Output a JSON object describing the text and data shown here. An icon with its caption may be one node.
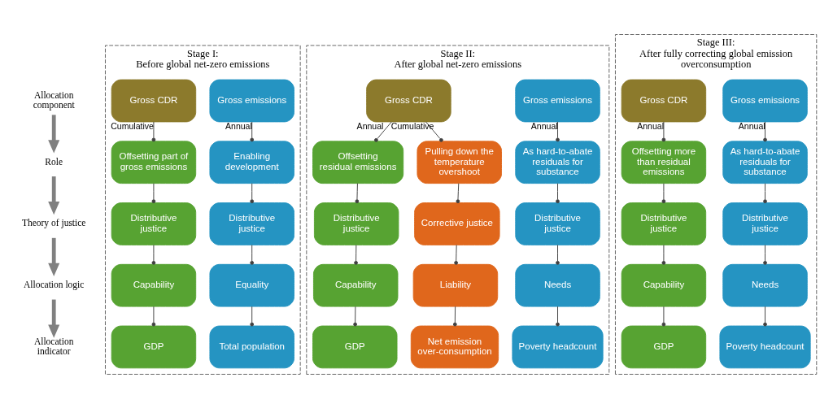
{
  "diagram": {
    "nodes": [
      {
        "text": [
          "Allocation component"
        ]
      },
      {
        "text": [
          "Role"
        ]
      },
      {
        "text": [
          "Theory of justice"
        ]
      },
      {
        "text": [
          "Allocation logic"
        ]
      },
      {
        "text": [
          "Allocation indicator"
        ]
      },
      {
        "text": [
          "Stage I:",
          "Before global net-zero emissions"
        ]
      },
      {
        "text": [
          "Gross emissions"
        ],
        "in": 5
      },
      {
        "text": [
          "Gross CDR"
        ],
        "in": 5
      },
      {
        "text": [
          "Enabling development"
        ],
        "in": 5
      },
      {
        "text": [
          "Offsetting part of gross emissions"
        ],
        "in": 5
      },
      {
        "text": [
          "Distributive justice"
        ],
        "in": 5
      },
      {
        "text": [
          "Distributive justice"
        ],
        "in": 5
      },
      {
        "text": [
          "Equality"
        ],
        "in": 5
      },
      {
        "text": [
          "Capability"
        ],
        "in": 5
      },
      {
        "text": [
          "Total population"
        ],
        "in": 5
      },
      {
        "text": [
          "GDP"
        ],
        "in": 5
      },
      {
        "text": [
          "Stage II:",
          "After global net-zero emissions"
        ]
      },
      {
        "text": [
          "Gross emissions"
        ],
        "in": 16
      },
      {
        "text": [
          "Gross CDR"
        ],
        "in": 16
      },
      {
        "text": [
          "As hard-to-abate residuals for substance"
        ],
        "in": 16
      },
      {
        "text": [
          "Offsetting residual emissions"
        ],
        "in": 16
      },
      {
        "text": [
          "Pulling down the temperature overshoot"
        ],
        "in": 16
      },
      {
        "text": [
          "Distributive justice"
        ],
        "in": 16
      },
      {
        "text": [
          "Distributive justice"
        ],
        "in": 16
      },
      {
        "text": [
          "Corrective justice"
        ],
        "in": 16
      },
      {
        "text": [
          "Needs"
        ],
        "in": 16
      },
      {
        "text": [
          "Capability"
        ],
        "in": 16
      },
      {
        "text": [
          "Liability"
        ],
        "in": 16
      },
      {
        "text": [
          "Poverty headcount"
        ],
        "in": 16
      },
      {
        "text": [
          "GDP"
        ],
        "in": 16
      },
      {
        "text": [
          "Net emission over-consumption"
        ],
        "in": 16
      },
      {
        "text": [
          "Stage III:",
          "After fully correcting global emission overconsumption"
        ]
      },
      {
        "text": [
          "Gross emissions"
        ],
        "in": 31
      },
      {
        "text": [
          "Gross CDR"
        ],
        "in": 31
      },
      {
        "text": [
          "As hard-to-abate residuals for substance"
        ],
        "in": 31
      },
      {
        "text": [
          "Offsetting more than residual emissions"
        ],
        "in": 31
      },
      {
        "text": [
          "Distributive justice"
        ],
        "in": 31
      },
      {
        "text": [
          "Distributive justice"
        ],
        "in": 31
      },
      {
        "text": [
          "Needs"
        ],
        "in": 31
      },
      {
        "text": [
          "Capability"
        ],
        "in": 31
      },
      {
        "text": [
          "Poverty headcount"
        ],
        "in": 31
      },
      {
        "text": [
          "GDP"
        ],
        "in": 31
      }
    ],
    "edges": [
      {
        "from": 0,
        "to": 1,
        "arrow": "to",
        "style": "thick",
        "color": "#808080"
      },
      {
        "from": 1,
        "to": 2,
        "arrow": "to",
        "style": "thick",
        "color": "#808080"
      },
      {
        "from": 2,
        "to": 3,
        "arrow": "to",
        "style": "thick",
        "color": "#808080"
      },
      {
        "from": 3,
        "to": 4,
        "arrow": "to",
        "style": "thick",
        "color": "#808080"
      },
      {
        "from": 6,
        "to": 8,
        "arrow": "other",
        "label": "Annual"
      },
      {
        "from": 7,
        "to": 9,
        "arrow": "other",
        "label": "Cumulative"
      },
      {
        "from": 8,
        "to": 10,
        "arrow": "other"
      },
      {
        "from": 9,
        "to": 11,
        "arrow": "other"
      },
      {
        "from": 10,
        "to": 12,
        "arrow": "other"
      },
      {
        "from": 11,
        "to": 13,
        "arrow": "other"
      },
      {
        "from": 12,
        "to": 14,
        "arrow": "other"
      },
      {
        "from": 13,
        "to": 15,
        "arrow": "other"
      },
      {
        "from": 17,
        "to": 19,
        "arrow": "other",
        "label": "Annual"
      },
      {
        "from": 18,
        "to": 20,
        "arrow": "other",
        "label": "Annual"
      },
      {
        "from": 18,
        "to": 21,
        "arrow": "other",
        "label": "Cumulative"
      },
      {
        "from": 19,
        "to": 22,
        "arrow": "other"
      },
      {
        "from": 20,
        "to": 23,
        "arrow": "other"
      },
      {
        "from": 21,
        "to": 24,
        "arrow": "other"
      },
      {
        "from": 22,
        "to": 25,
        "arrow": "other"
      },
      {
        "from": 23,
        "to": 26,
        "arrow": "other"
      },
      {
        "from": 24,
        "to": 27,
        "arrow": "other"
      },
      {
        "from": 25,
        "to": 28,
        "arrow": "other"
      },
      {
        "from": 26,
        "to": 29,
        "arrow": "other"
      },
      {
        "from": 27,
        "to": 30,
        "arrow": "other"
      },
      {
        "from": 32,
        "to": 34,
        "arrow": "other",
        "label": "Annual"
      },
      {
        "from": 33,
        "to": 35,
        "arrow": "other",
        "label": "Annual"
      },
      {
        "from": 34,
        "to": 36,
        "arrow": "other"
      },
      {
        "from": 35,
        "to": 37,
        "arrow": "other"
      },
      {
        "from": 36,
        "to": 38,
        "arrow": "other"
      },
      {
        "from": 37,
        "to": 39,
        "arrow": "other"
      },
      {
        "from": 38,
        "to": 40,
        "arrow": "other"
      },
      {
        "from": 39,
        "to": 41,
        "arrow": "other"
      }
    ]
  }
}
